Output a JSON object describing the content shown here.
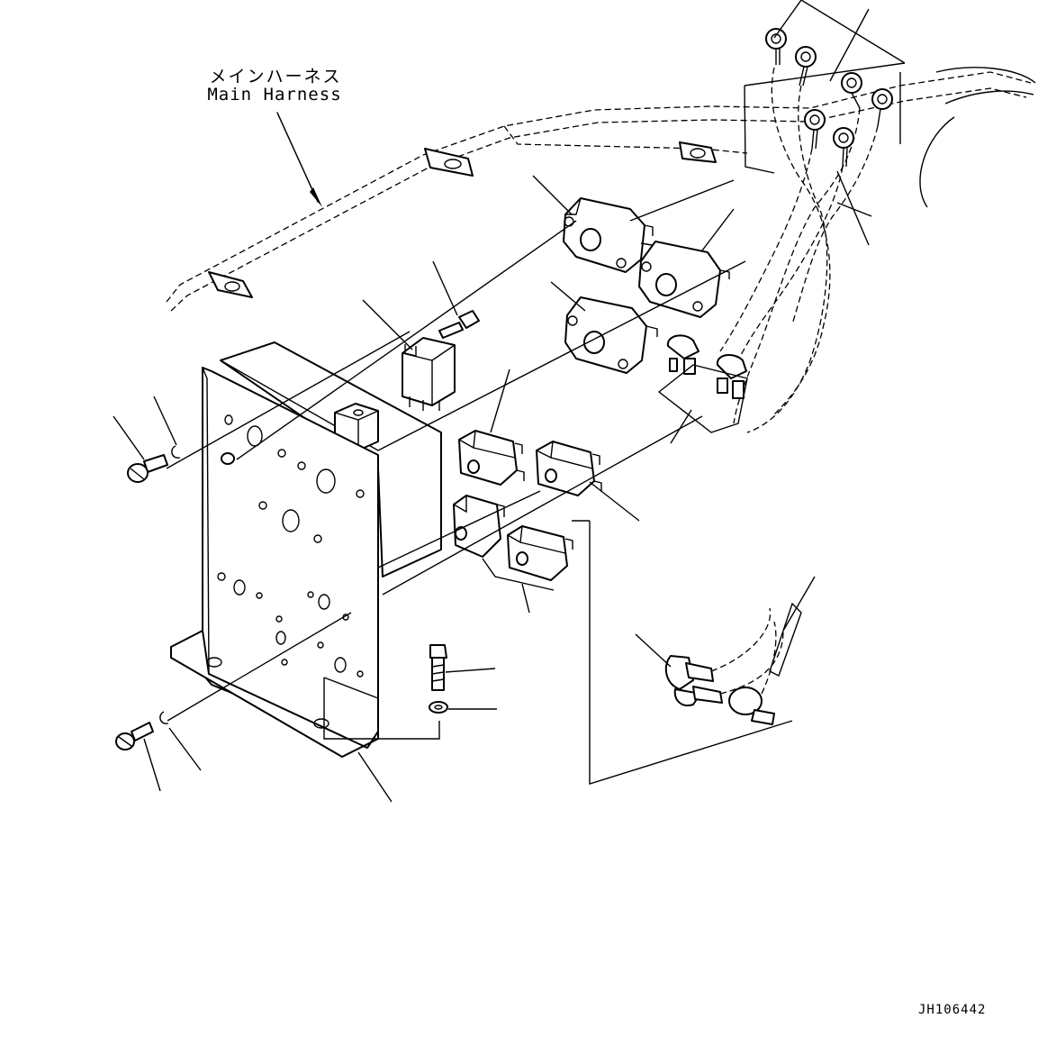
{
  "harness_label": {
    "japanese": "メインハーネス",
    "english": "Main Harness"
  },
  "reference_code": "JH106442"
}
